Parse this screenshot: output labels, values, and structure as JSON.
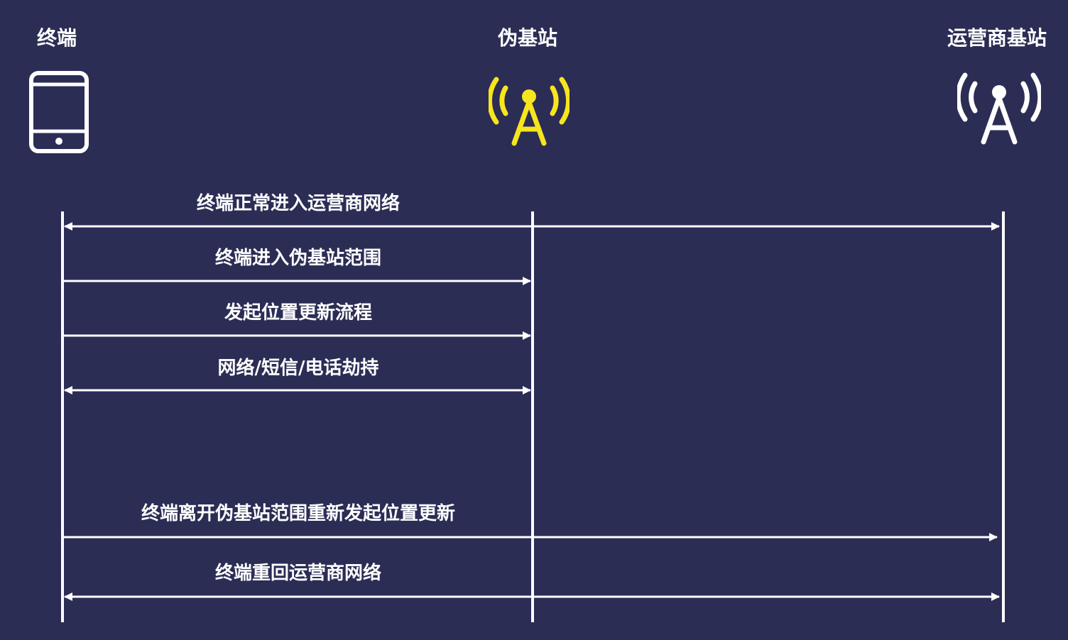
{
  "actors": {
    "terminal": {
      "title": "终端",
      "icon": "phone-icon",
      "color": "#ffffff"
    },
    "fake_station": {
      "title": "伪基站",
      "icon": "cell-tower-icon",
      "color": "#f7e51e"
    },
    "operator_station": {
      "title": "运营商基站",
      "icon": "cell-tower-icon",
      "color": "#ffffff"
    }
  },
  "messages": [
    {
      "label": "终端正常进入运营商网络",
      "from": "terminal",
      "to": "operator_station",
      "direction": "both"
    },
    {
      "label": "终端进入伪基站范围",
      "from": "terminal",
      "to": "fake_station",
      "direction": "forward"
    },
    {
      "label": "发起位置更新流程",
      "from": "terminal",
      "to": "fake_station",
      "direction": "forward"
    },
    {
      "label": "网络/短信/电话劫持",
      "from": "terminal",
      "to": "fake_station",
      "direction": "both"
    },
    {
      "label": "终端离开伪基站范围重新发起位置更新",
      "from": "terminal",
      "to": "operator_station",
      "direction": "forward"
    },
    {
      "label": "终端重回运营商网络",
      "from": "terminal",
      "to": "operator_station",
      "direction": "both"
    }
  ],
  "colors": {
    "background": "#2b2d55",
    "line": "#ffffff",
    "accent": "#f7e51e"
  }
}
